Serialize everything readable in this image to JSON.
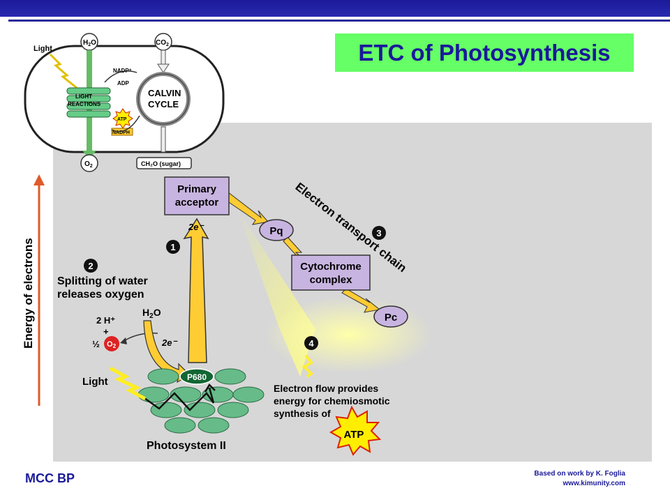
{
  "slide": {
    "title": "ETC of Photosynthesis",
    "footer_left": "MCC BP",
    "credit_line1": "Based on work by K. Foglia",
    "credit_line2": "www.kimunity.com"
  },
  "inset": {
    "light": "Light",
    "h2o_h": "H",
    "h2o_2": "2",
    "h2o_o": "O",
    "co2_co": "CO",
    "co2_2": "2",
    "o2_o": "O",
    "o2_2": "2",
    "sugar": "CH₂O (sugar)",
    "light_reactions_1": "LIGHT",
    "light_reactions_2": "REACTIONS",
    "calvin_1": "CALVIN",
    "calvin_2": "CYCLE",
    "nadp": "NADP⁺",
    "adp": "ADP",
    "atp": "ATP",
    "nadph": "NADPH"
  },
  "diagram": {
    "y_axis_label": "Energy of electrons",
    "primary_acceptor_1": "Primary",
    "primary_acceptor_2": "acceptor",
    "pq": "Pq",
    "cytochrome_1": "Cytochrome",
    "cytochrome_2": "complex",
    "pc": "Pc",
    "etc_label": "Electron transport chain",
    "two_e_up": "2e⁻",
    "two_e_water": "2e⁻",
    "step1": "1",
    "step2": "2",
    "step3": "3",
    "step4": "4",
    "splitting_1": "Splitting of water",
    "splitting_2": "releases oxygen",
    "h2o_h": "H",
    "h2o_2": "2",
    "h2o_o": "O",
    "two_h": "2 H⁺",
    "plus": "+",
    "half": "½",
    "o2_o": "O",
    "o2_2": "2",
    "light": "Light",
    "p680": "P680",
    "photosystem": "Photosystem II",
    "flow_1": "Electron flow provides",
    "flow_2": "energy for chemiosmotic",
    "flow_3": "synthesis of",
    "atp": "ATP"
  }
}
